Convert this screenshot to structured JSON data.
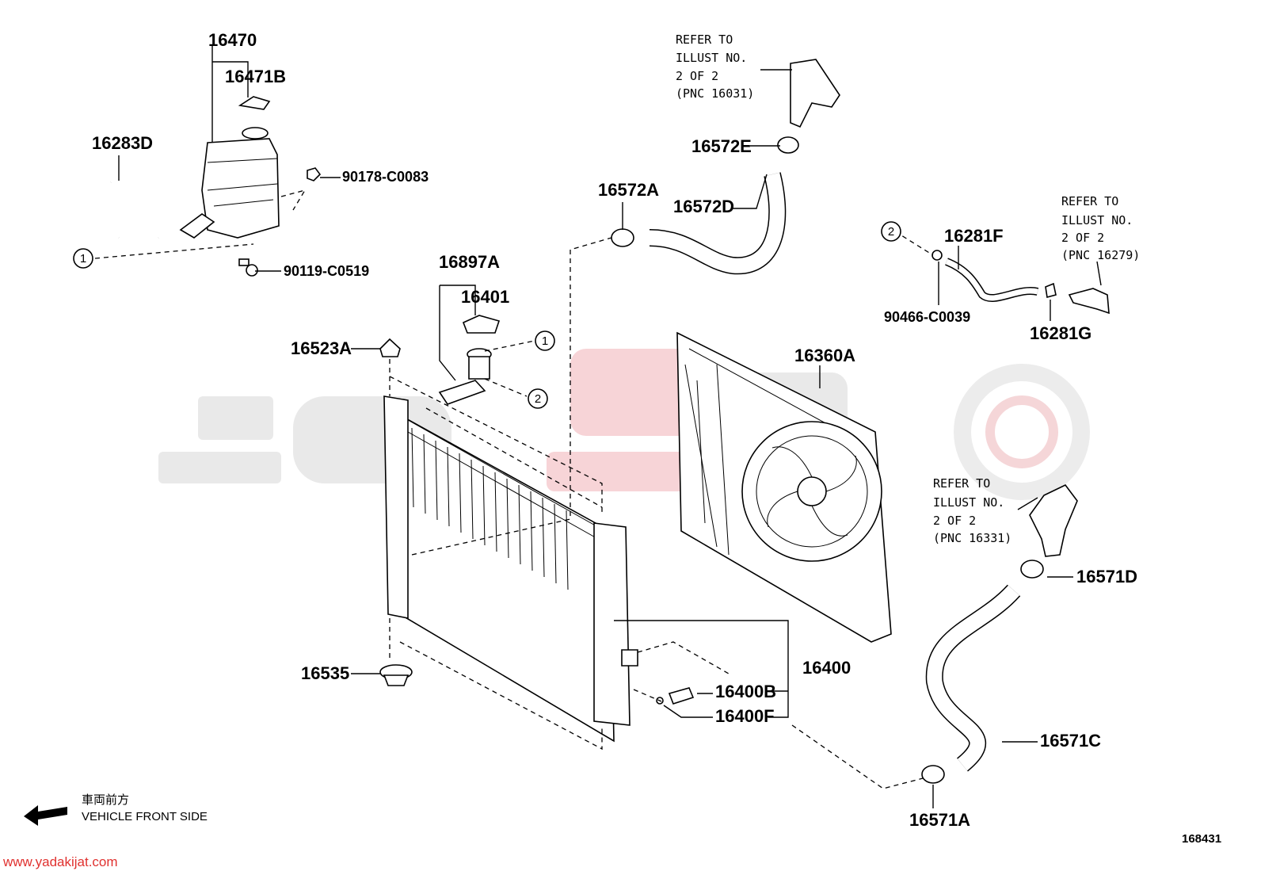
{
  "parts": {
    "p16470": "16470",
    "p16471B": "16471B",
    "p16283D": "16283D",
    "p90178": "90178-C0083",
    "p90119": "90119-C0519",
    "p16897A": "16897A",
    "p16401": "16401",
    "p16523A": "16523A",
    "p16535": "16535",
    "p16572A": "16572A",
    "p16572D": "16572D",
    "p16572E": "16572E",
    "p16281F": "16281F",
    "p16281G": "16281G",
    "p90466": "90466-C0039",
    "p16360A": "16360A",
    "p16400": "16400",
    "p16400B": "16400B",
    "p16400F": "16400F",
    "p16571D": "16571D",
    "p16571C": "16571C",
    "p16571A": "16571A"
  },
  "refs": {
    "r1": [
      "REFER TO",
      "ILLUST NO.",
      "2 OF 2",
      "(PNC 16031)"
    ],
    "r2": [
      "REFER TO",
      "ILLUST NO.",
      "2 OF 2",
      "(PNC 16279)"
    ],
    "r3": [
      "REFER TO",
      "ILLUST NO.",
      "2 OF 2",
      "(PNC 16331)"
    ]
  },
  "markers": {
    "m1": "1",
    "m2": "2"
  },
  "footer": {
    "front_jp": "車両前方",
    "front_en": "VEHICLE FRONT SIDE",
    "illust_no": "168431",
    "site": "www.yadakijat.com"
  }
}
